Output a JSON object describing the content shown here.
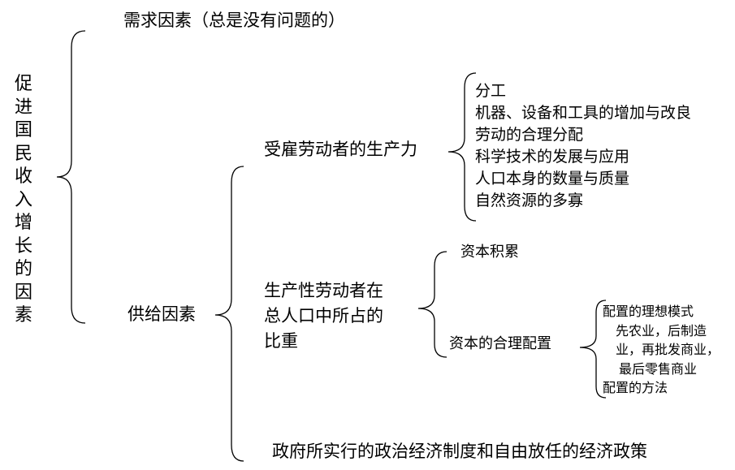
{
  "root": {
    "chars": [
      "促",
      "进",
      "国",
      "民",
      "收",
      "入",
      "增",
      "长",
      "的",
      "因",
      "素"
    ]
  },
  "demand": "需求因素（总是没有问题的）",
  "supply": {
    "label": "供给因素",
    "productivity": {
      "label": "受雇劳动者的生产力",
      "items": [
        "分工",
        "机器、设备和工具的增加与改良",
        "劳动的合理分配",
        "科学技术的发展与应用",
        "人口本身的数量与质量",
        "自然资源的多寡"
      ]
    },
    "ratio": {
      "lines": [
        "生产性劳动者在",
        "总人口中所占的",
        "比重"
      ],
      "accumulation": "资本积累",
      "allocation": {
        "label": "资本的合理配置",
        "lines": [
          "配置的理想模式",
          "  先农业，后制造",
          "  业，再批发商业，",
          "   最后零售商业",
          "配置的方法"
        ]
      }
    },
    "policy": "政府所实行的政治经济制度和自由放任的经济政策"
  }
}
